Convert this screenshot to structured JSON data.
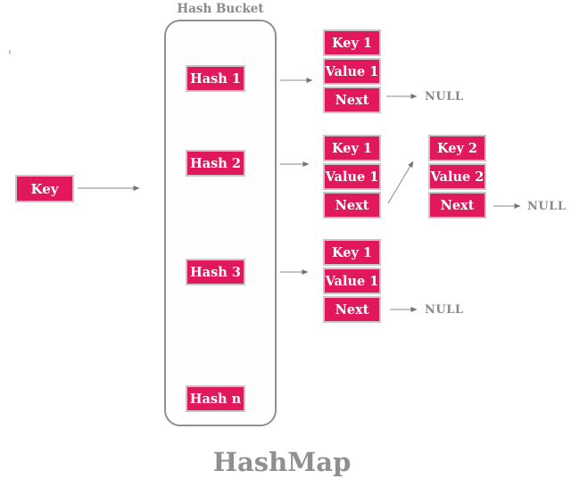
{
  "title": "HashMap",
  "bucket": {
    "label": "Hash Bucket",
    "items": [
      {
        "label": "Hash 1"
      },
      {
        "label": "Hash 2"
      },
      {
        "label": "Hash 3"
      },
      {
        "label": "Hash n"
      }
    ]
  },
  "key_box": {
    "label": "Key"
  },
  "nodes": [
    {
      "fields": [
        "Key 1",
        "Value 1",
        "Next"
      ],
      "terminal": "NULL"
    },
    {
      "fields": [
        "Key 1",
        "Value 1",
        "Next"
      ]
    },
    {
      "fields": [
        "Key 2",
        "Value 2",
        "Next"
      ],
      "terminal": "NULL"
    },
    {
      "fields": [
        "Key 1",
        "Value 1",
        "Next"
      ],
      "terminal": "NULL"
    }
  ],
  "colors": {
    "box_pink": "#e2185c",
    "box_border": "#c7c7c7",
    "bucket_border": "#919191",
    "label_gray": "#8a8a8a",
    "title_gray": "#8f8f8f",
    "arrow_gray": "#757575"
  }
}
